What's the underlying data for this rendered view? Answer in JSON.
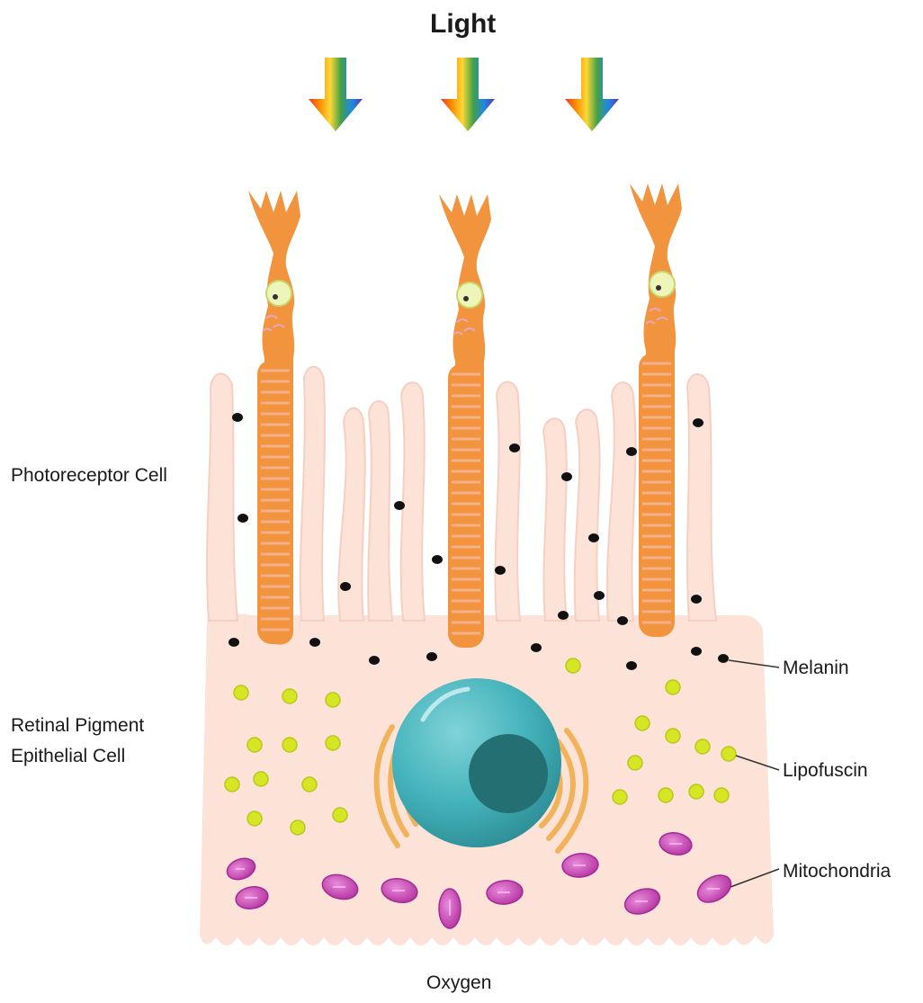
{
  "title": "Light",
  "labels": {
    "photoreceptor": "Photoreceptor Cell",
    "rpe_line1": "Retinal Pigment",
    "rpe_line2": "Epithelial Cell",
    "melanin": "Melanin",
    "lipofuscin": "Lipofuscin",
    "mitochondria": "Mitochondria",
    "oxygen": "Oxygen"
  },
  "colors": {
    "rpe_cell": "#fde2d8",
    "photoreceptor_body": "#f2943e",
    "outer_segment_disc": "#f7b08a",
    "nucleus": "#45b3bb",
    "nucleolus": "#236f72",
    "golgi": "#f2b25a",
    "lipofuscin": "#d6e624",
    "mitochondria": "#c43db0",
    "melanin": "#111111"
  },
  "light_arrow_icon": "rainbow-down-arrow-icon",
  "counts": {
    "photoreceptors": 3,
    "light_arrows": 3
  }
}
